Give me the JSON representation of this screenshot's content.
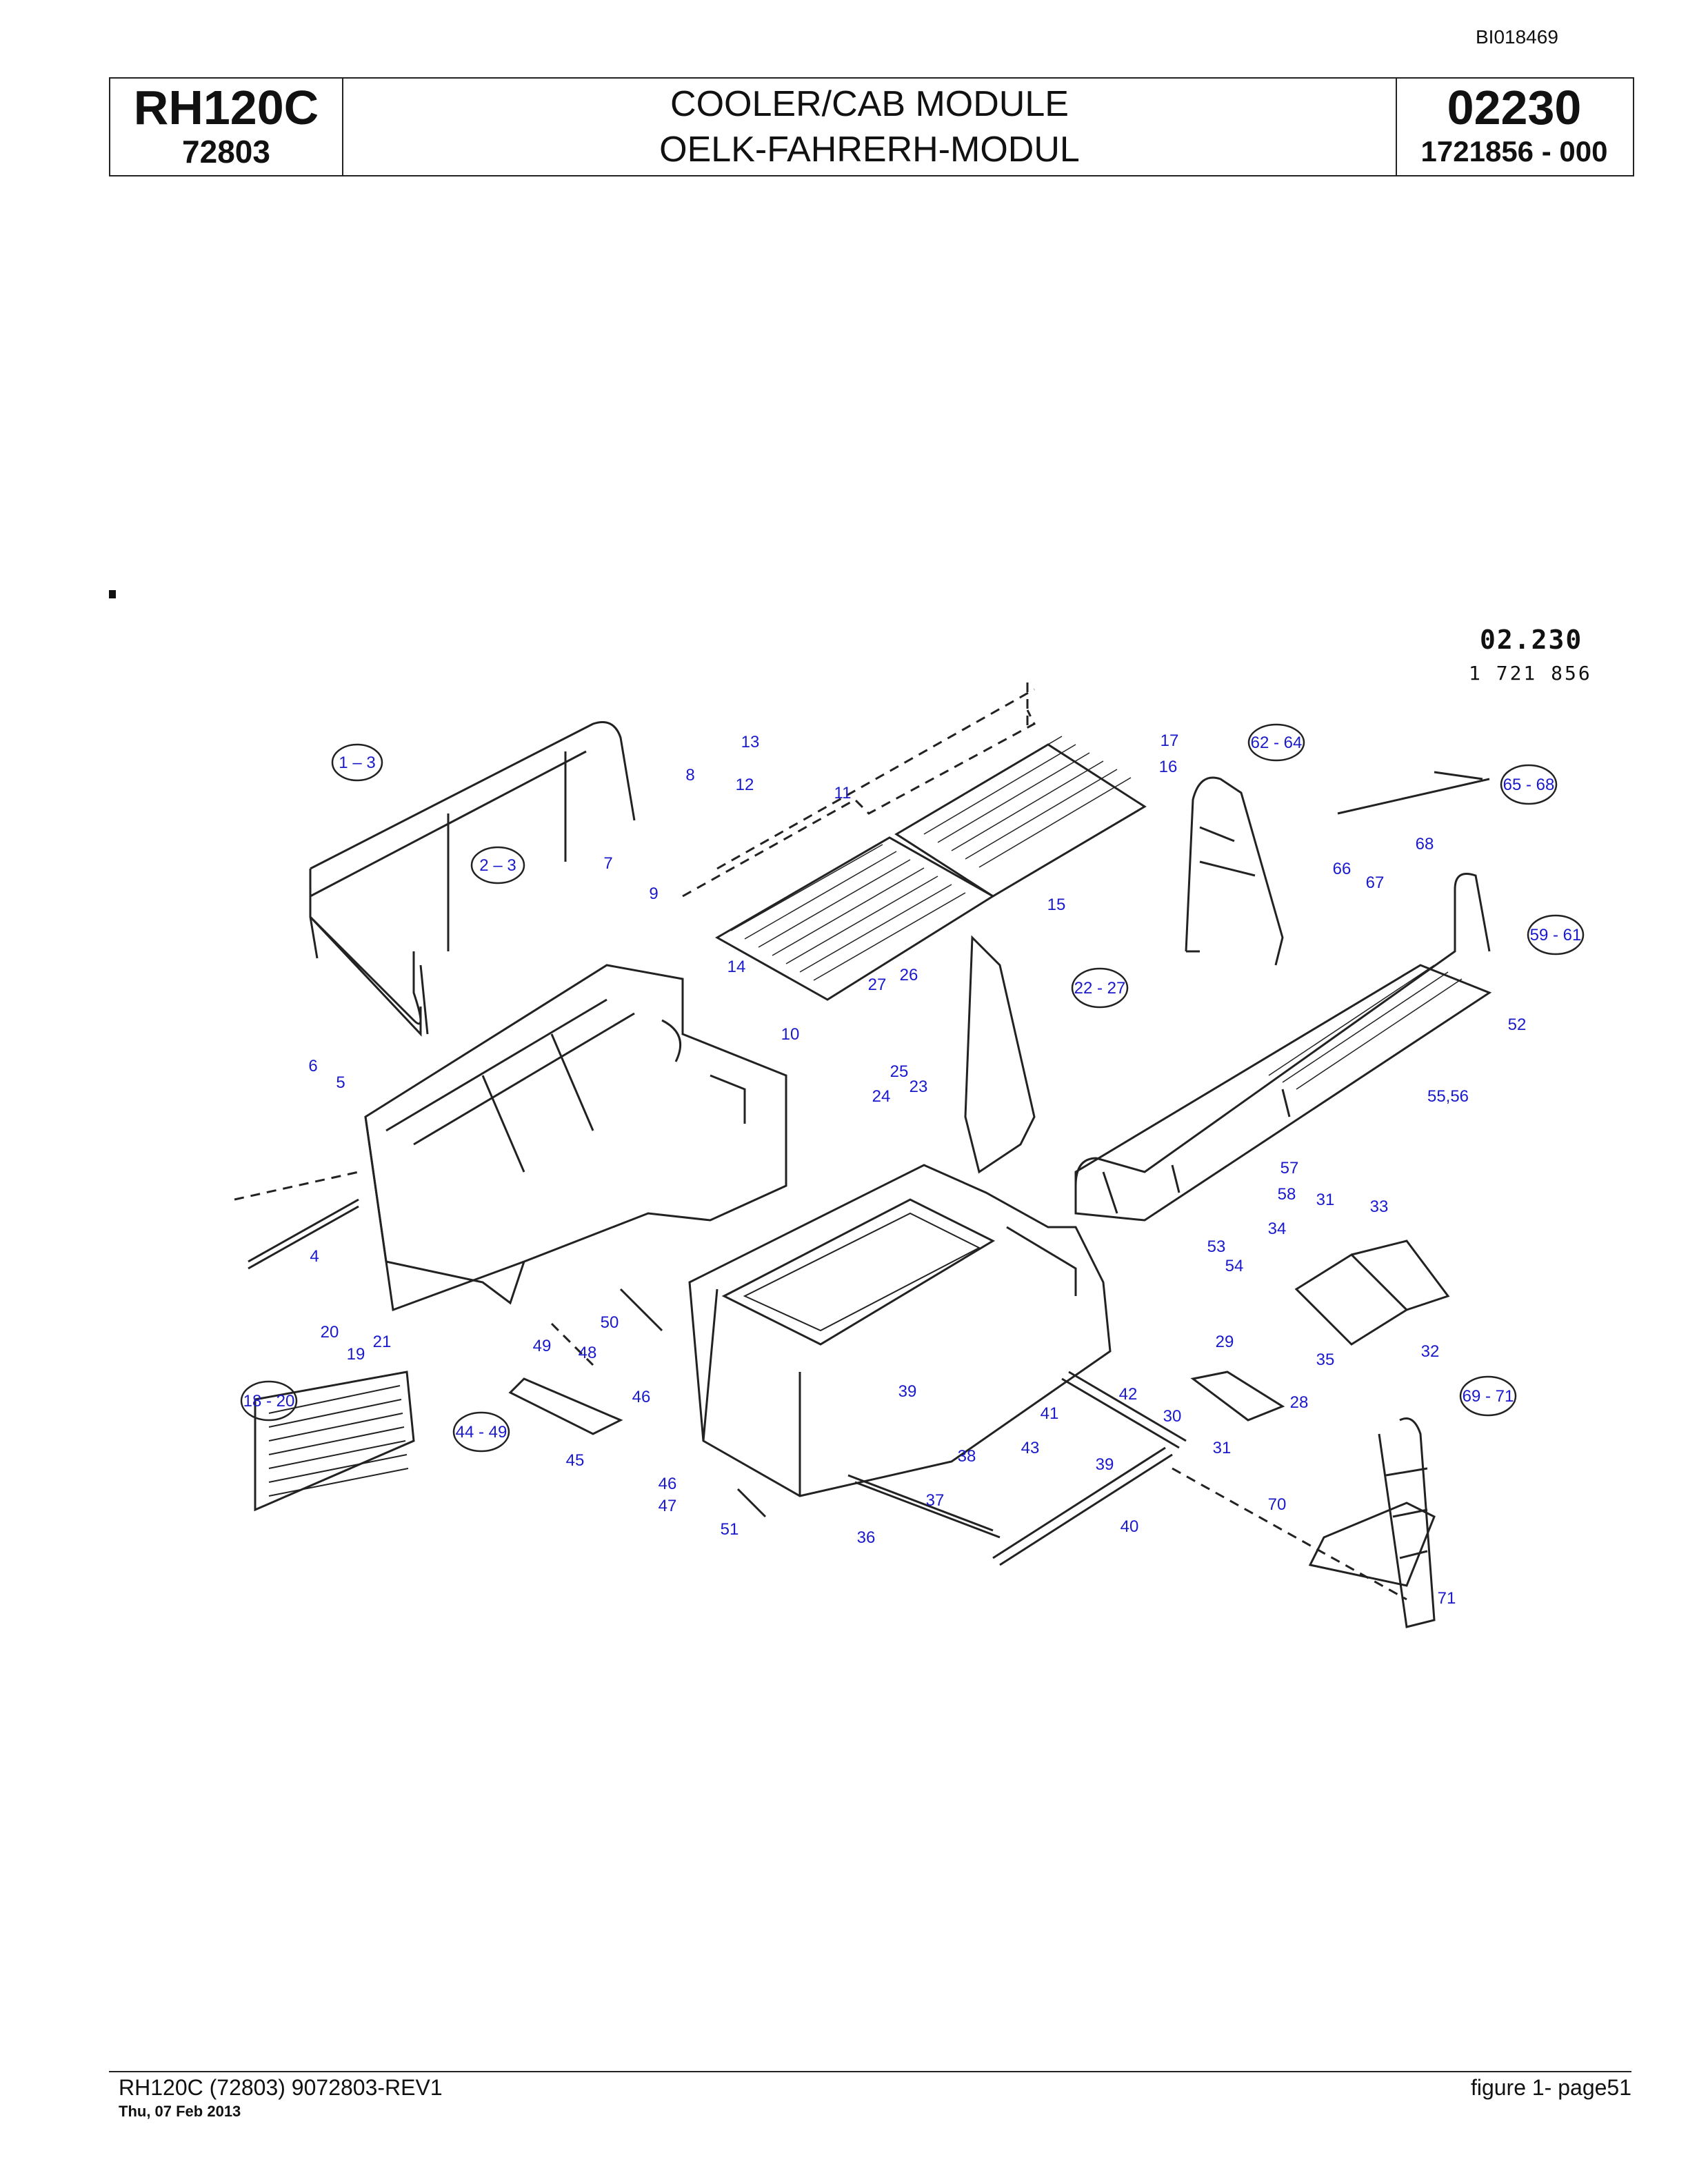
{
  "document_id": "BI018469",
  "header": {
    "model": "RH120C",
    "serial": "72803",
    "title_en": "COOLER/CAB MODULE",
    "title_de": "OELK-FAHRERH-MODUL",
    "group_code": "02230",
    "part_number": "1721856  - 000"
  },
  "drawing": {
    "code": "02.230",
    "part_ref": "1 721 856",
    "callouts": [
      {
        "id": "c1",
        "text": "1 – 3",
        "circled": true
      },
      {
        "id": "c2",
        "text": "2 – 3",
        "circled": true
      },
      {
        "id": "c3",
        "text": "62 - 64",
        "circled": true
      },
      {
        "id": "c4",
        "text": "65 - 68",
        "circled": true
      },
      {
        "id": "c5",
        "text": "59 - 61",
        "circled": true
      },
      {
        "id": "c6",
        "text": "22 - 27",
        "circled": true
      },
      {
        "id": "c7",
        "text": "18 - 20",
        "circled": true
      },
      {
        "id": "c8",
        "text": "44 - 49",
        "circled": true
      },
      {
        "id": "c9",
        "text": "69 - 71",
        "circled": true
      },
      {
        "id": "n4",
        "text": "4"
      },
      {
        "id": "n5",
        "text": "5"
      },
      {
        "id": "n6",
        "text": "6"
      },
      {
        "id": "n7",
        "text": "7"
      },
      {
        "id": "n8",
        "text": "8"
      },
      {
        "id": "n9",
        "text": "9"
      },
      {
        "id": "n10",
        "text": "10"
      },
      {
        "id": "n11",
        "text": "11"
      },
      {
        "id": "n12",
        "text": "12"
      },
      {
        "id": "n13",
        "text": "13"
      },
      {
        "id": "n14",
        "text": "14"
      },
      {
        "id": "n15",
        "text": "15"
      },
      {
        "id": "n16",
        "text": "16"
      },
      {
        "id": "n17",
        "text": "17"
      },
      {
        "id": "n19",
        "text": "19"
      },
      {
        "id": "n20",
        "text": "20"
      },
      {
        "id": "n21",
        "text": "21"
      },
      {
        "id": "n23",
        "text": "23"
      },
      {
        "id": "n24",
        "text": "24"
      },
      {
        "id": "n25",
        "text": "25"
      },
      {
        "id": "n26",
        "text": "26"
      },
      {
        "id": "n27",
        "text": "27"
      },
      {
        "id": "n28",
        "text": "28"
      },
      {
        "id": "n29",
        "text": "29"
      },
      {
        "id": "n30",
        "text": "30"
      },
      {
        "id": "n31a",
        "text": "31"
      },
      {
        "id": "n31b",
        "text": "31"
      },
      {
        "id": "n32",
        "text": "32"
      },
      {
        "id": "n33",
        "text": "33"
      },
      {
        "id": "n34",
        "text": "34"
      },
      {
        "id": "n35",
        "text": "35"
      },
      {
        "id": "n36",
        "text": "36"
      },
      {
        "id": "n37",
        "text": "37"
      },
      {
        "id": "n38",
        "text": "38"
      },
      {
        "id": "n39a",
        "text": "39"
      },
      {
        "id": "n39b",
        "text": "39"
      },
      {
        "id": "n40",
        "text": "40"
      },
      {
        "id": "n41",
        "text": "41"
      },
      {
        "id": "n42",
        "text": "42"
      },
      {
        "id": "n43",
        "text": "43"
      },
      {
        "id": "n45",
        "text": "45"
      },
      {
        "id": "n46a",
        "text": "46"
      },
      {
        "id": "n46b",
        "text": "46"
      },
      {
        "id": "n47",
        "text": "47"
      },
      {
        "id": "n48",
        "text": "48"
      },
      {
        "id": "n49",
        "text": "49"
      },
      {
        "id": "n50",
        "text": "50"
      },
      {
        "id": "n51",
        "text": "51"
      },
      {
        "id": "n52",
        "text": "52"
      },
      {
        "id": "n53",
        "text": "53"
      },
      {
        "id": "n54",
        "text": "54"
      },
      {
        "id": "n5556",
        "text": "55,56"
      },
      {
        "id": "n57",
        "text": "57"
      },
      {
        "id": "n58",
        "text": "58"
      },
      {
        "id": "n66",
        "text": "66"
      },
      {
        "id": "n67",
        "text": "67"
      },
      {
        "id": "n68",
        "text": "68"
      },
      {
        "id": "n70",
        "text": "70"
      },
      {
        "id": "n71",
        "text": "71"
      }
    ]
  },
  "footer": {
    "left": "RH120C (72803) 9072803-REV1",
    "date": "Thu, 07 Feb 2013",
    "right": "figure  1- page51"
  },
  "colors": {
    "callout": "#1a1acc",
    "line": "#222222"
  }
}
